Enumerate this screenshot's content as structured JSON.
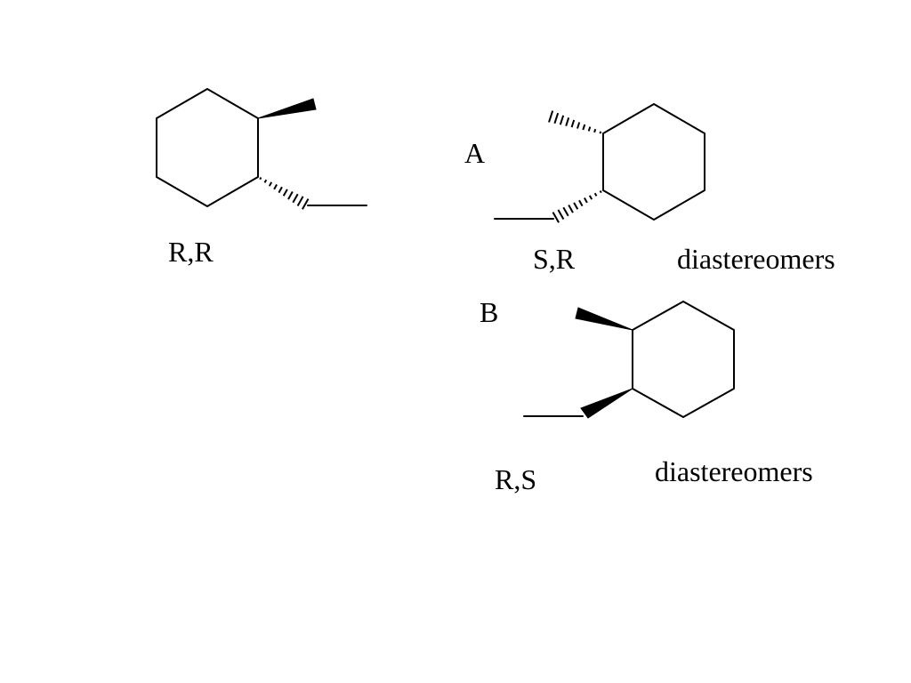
{
  "molecules": [
    {
      "id": "reference",
      "descriptor": "R,R",
      "letter": "",
      "relation": ""
    },
    {
      "id": "A",
      "descriptor": "S,R",
      "letter": "A",
      "relation": "diastereomers"
    },
    {
      "id": "B",
      "descriptor": "R,S",
      "letter": "B",
      "relation": "diastereomers"
    }
  ],
  "colors": {
    "ink": "#000000",
    "background": "#ffffff"
  }
}
